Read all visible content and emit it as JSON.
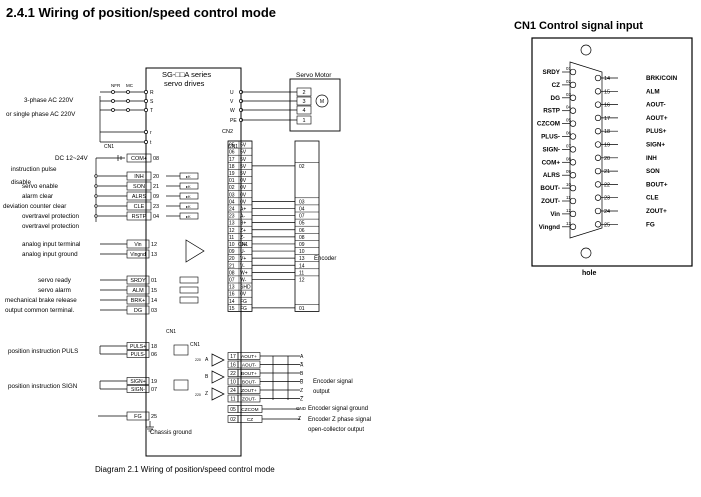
{
  "title": "2.4.1 Wiring of position/speed control mode",
  "caption": "Diagram 2.1 Wiring of position/speed control mode",
  "left": {
    "power_labels": [
      "3-phase AC 220V",
      "or single phase AC 220V"
    ],
    "npr": "NFR",
    "mc": "MC",
    "drive_title": [
      "SG-□□A series",
      "servo drives"
    ],
    "power_pins": [
      "R",
      "S",
      "T",
      "r",
      "t",
      "U",
      "V",
      "W",
      "PE"
    ],
    "servo_motor": "Servo Motor",
    "motor_pins": [
      "2",
      "3",
      "4",
      "1"
    ],
    "cn1": "CN1",
    "cn2": "CN2",
    "dc": "DC 12~24V",
    "inputs": [
      {
        "label": "instruction pulse",
        "label2": "disable",
        "sig": "INH",
        "pin": "20"
      },
      {
        "label": "servo enable",
        "sig": "SON",
        "pin": "21"
      },
      {
        "label": "alarm clear",
        "sig": "ALRS",
        "pin": "09"
      },
      {
        "label": "deviation counter clear",
        "sig": "CLE",
        "pin": "23"
      },
      {
        "label": "overtravel protection",
        "sig": "RSTP",
        "pin": "04"
      }
    ],
    "com": {
      "sig": "COM+",
      "pin": "08"
    },
    "analog": [
      {
        "label": "analog input terminal",
        "sig": "Vin",
        "pin": "12"
      },
      {
        "label": "analog input ground",
        "sig": "Vingnd",
        "pin": "13"
      }
    ],
    "outputs": [
      {
        "label": "servo ready",
        "sig": "SRDY",
        "pin": "01"
      },
      {
        "label": "servo alarm",
        "sig": "ALM",
        "pin": "15"
      },
      {
        "label": "mechanical brake release",
        "sig": "BRK+",
        "pin": "14"
      },
      {
        "label": "output common terminal.",
        "sig": "DG",
        "pin": "03"
      }
    ],
    "pulse": [
      {
        "label": "position instruction PULS",
        "sigs": [
          "PULS+",
          "PULS-"
        ],
        "pins": [
          "18",
          "06"
        ]
      },
      {
        "label": "position instruction SIGN",
        "sigs": [
          "SIGN+",
          "SIGN-"
        ],
        "pins": [
          "19",
          "07"
        ]
      }
    ],
    "fg": {
      "sig": "FG",
      "pin": "25"
    },
    "chassis": "Chassis ground",
    "cn2_rows": [
      {
        "pin": "05",
        "sig": "5V",
        "enc": ""
      },
      {
        "pin": "06",
        "sig": "5V",
        "enc": ""
      },
      {
        "pin": "17",
        "sig": "5V",
        "enc": ""
      },
      {
        "pin": "18",
        "sig": "5V",
        "enc": "02"
      },
      {
        "pin": "19",
        "sig": "5V",
        "enc": ""
      },
      {
        "pin": "01",
        "sig": "0V",
        "enc": ""
      },
      {
        "pin": "02",
        "sig": "0V",
        "enc": ""
      },
      {
        "pin": "03",
        "sig": "0V",
        "enc": ""
      },
      {
        "pin": "04",
        "sig": "0V",
        "enc": "03"
      },
      {
        "pin": "24",
        "sig": "A+",
        "enc": "04"
      },
      {
        "pin": "23",
        "sig": "A-",
        "enc": "07"
      },
      {
        "pin": "13",
        "sig": "B+",
        "enc": "05"
      },
      {
        "pin": "12",
        "sig": "Z+",
        "enc": "06"
      },
      {
        "pin": "11",
        "sig": "Z-",
        "enc": "08"
      },
      {
        "pin": "10",
        "sig": "U+",
        "enc": "09"
      },
      {
        "pin": "09",
        "sig": "U-",
        "enc": "10"
      },
      {
        "pin": "20",
        "sig": "V+",
        "enc": "13"
      },
      {
        "pin": "21",
        "sig": "V-",
        "enc": "14"
      },
      {
        "pin": "08",
        "sig": "W+",
        "enc": "11"
      },
      {
        "pin": "07",
        "sig": "W-",
        "enc": "12"
      },
      {
        "pin": "13",
        "sig": "SHD",
        "enc": ""
      },
      {
        "pin": "16",
        "sig": "0V",
        "enc": ""
      },
      {
        "pin": "14",
        "sig": "FG",
        "enc": ""
      },
      {
        "pin": "15",
        "sig": "FG",
        "enc": "01"
      }
    ],
    "encoder": "Encoder",
    "enc_out": [
      {
        "pin": "17",
        "sig": "AOUT+",
        "ch": "A"
      },
      {
        "pin": "16",
        "sig": "AOUT-",
        "ch": "A̅"
      },
      {
        "pin": "22",
        "sig": "BOUT+",
        "ch": "B"
      },
      {
        "pin": "10",
        "sig": "BOUT-",
        "ch": "B̅"
      },
      {
        "pin": "24",
        "sig": "ZOUT+",
        "ch": "Z"
      },
      {
        "pin": "11",
        "sig": "ZOUT-",
        "ch": "Z̅"
      }
    ],
    "enc_cz": [
      {
        "pin": "05",
        "sig": "CZCOM"
      },
      {
        "pin": "02",
        "sig": "CZ"
      }
    ],
    "enc_out_label": [
      "Encoder signal",
      "output"
    ],
    "enc_gnd": [
      "GND",
      "Encoder signal ground"
    ],
    "enc_z": [
      "Z",
      "Encoder Z phase signal",
      "open-collector output"
    ],
    "res": "220"
  },
  "cn1_panel": {
    "title": "CN1 Control signal input",
    "left": [
      {
        "sig": "SRDY",
        "pin": "01"
      },
      {
        "sig": "CZ",
        "pin": "02"
      },
      {
        "sig": "DG",
        "pin": "03"
      },
      {
        "sig": "RSTP",
        "pin": "04"
      },
      {
        "sig": "CZCOM",
        "pin": "05"
      },
      {
        "sig": "PLUS-",
        "pin": "06"
      },
      {
        "sig": "SIGN-",
        "pin": "07"
      },
      {
        "sig": "COM+",
        "pin": "08"
      },
      {
        "sig": "ALRS",
        "pin": "09"
      },
      {
        "sig": "BOUT-",
        "pin": "10"
      },
      {
        "sig": "ZOUT-",
        "pin": "11"
      },
      {
        "sig": "Vin",
        "pin": "12"
      },
      {
        "sig": "Vingnd",
        "pin": "13"
      }
    ],
    "right": [
      {
        "sig": "BRK/COIN",
        "pin": "14"
      },
      {
        "sig": "ALM",
        "pin": "15"
      },
      {
        "sig": "AOUT-",
        "pin": "16"
      },
      {
        "sig": "AOUT+",
        "pin": "17"
      },
      {
        "sig": "PLUS+",
        "pin": "18"
      },
      {
        "sig": "SIGN+",
        "pin": "19"
      },
      {
        "sig": "INH",
        "pin": "20"
      },
      {
        "sig": "SON",
        "pin": "21"
      },
      {
        "sig": "BOUT+",
        "pin": "22"
      },
      {
        "sig": "CLE",
        "pin": "23"
      },
      {
        "sig": "ZOUT+",
        "pin": "24"
      },
      {
        "sig": "FG",
        "pin": "25"
      }
    ],
    "hole": "hole"
  }
}
